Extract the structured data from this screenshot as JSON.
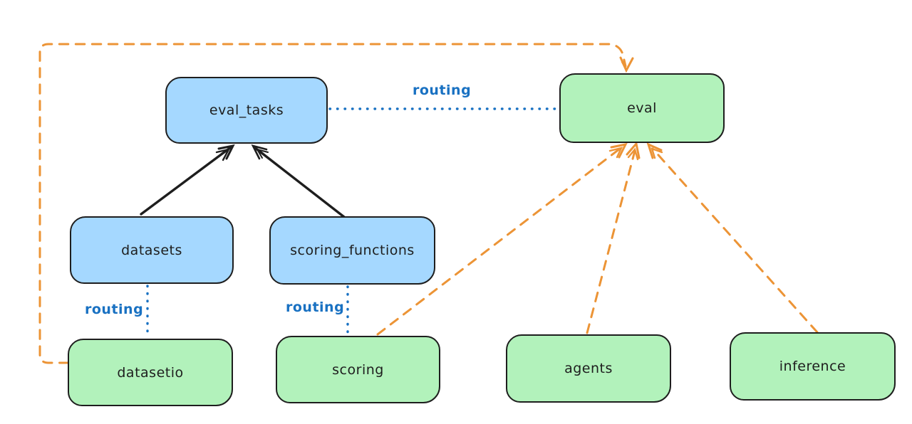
{
  "diagram": {
    "background": "#ffffff",
    "colors": {
      "node_blue_fill": "#a5d8ff",
      "node_green_fill": "#b2f2bb",
      "node_border": "#1e1e1e",
      "solid_arrow": "#1e1e1e",
      "routing_blue": "#1971c2",
      "orange_dashed": "#ec9436"
    },
    "nodes": [
      {
        "id": "eval_tasks",
        "label": "eval_tasks",
        "color": "blue"
      },
      {
        "id": "eval",
        "label": "eval",
        "color": "green"
      },
      {
        "id": "datasets",
        "label": "datasets",
        "color": "blue"
      },
      {
        "id": "scoring_functions",
        "label": "scoring_functions",
        "color": "blue"
      },
      {
        "id": "datasetio",
        "label": "datasetio",
        "color": "green"
      },
      {
        "id": "scoring",
        "label": "scoring",
        "color": "green"
      },
      {
        "id": "agents",
        "label": "agents",
        "color": "green"
      },
      {
        "id": "inference",
        "label": "inference",
        "color": "green"
      }
    ],
    "edges": [
      {
        "from": "datasets",
        "to": "eval_tasks",
        "style": "solid-black-arrow",
        "label": ""
      },
      {
        "from": "scoring_functions",
        "to": "eval_tasks",
        "style": "solid-black-arrow",
        "label": ""
      },
      {
        "from": "eval_tasks",
        "to": "eval",
        "style": "dotted-blue",
        "label": "routing"
      },
      {
        "from": "datasets",
        "to": "datasetio",
        "style": "dotted-blue",
        "label": "routing"
      },
      {
        "from": "scoring_functions",
        "to": "scoring",
        "style": "dotted-blue",
        "label": "routing"
      },
      {
        "from": "datasetio",
        "to": "eval",
        "style": "dashed-orange-arrow",
        "label": ""
      },
      {
        "from": "scoring",
        "to": "eval",
        "style": "dashed-orange-arrow",
        "label": ""
      },
      {
        "from": "agents",
        "to": "eval",
        "style": "dashed-orange-arrow",
        "label": ""
      },
      {
        "from": "inference",
        "to": "eval",
        "style": "dashed-orange-arrow",
        "label": ""
      }
    ]
  }
}
